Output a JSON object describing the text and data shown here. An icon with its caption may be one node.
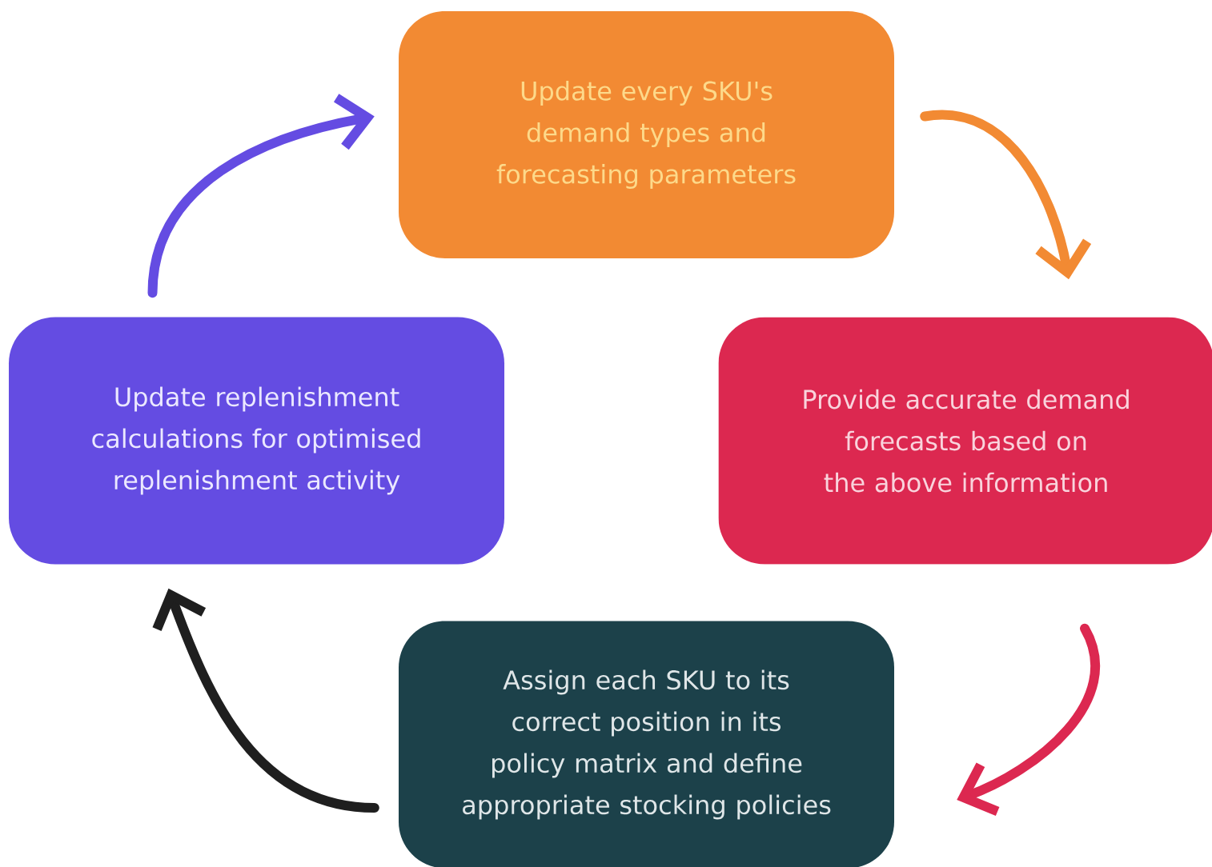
{
  "diagram": {
    "nodes": [
      {
        "text": [
          "Update every SKU's demand types and forecasting parameters"
        ]
      },
      {
        "text": [
          "Provide accurate demand forecasts based on the above information"
        ]
      },
      {
        "text": [
          "Assign each SKU to its correct position in its policy matrix and define appropriate stocking policies"
        ]
      },
      {
        "text": [
          "Update replenishment calculations for optimised replenishment activity"
        ]
      }
    ],
    "edges": [
      {
        "from": 0,
        "to": 1,
        "arrow": "to",
        "color": "#f28a33"
      },
      {
        "from": 1,
        "to": 2,
        "arrow": "to",
        "color": "#dc2850"
      },
      {
        "from": 2,
        "to": 3,
        "arrow": "to",
        "color": "#1f1f1f"
      },
      {
        "from": 3,
        "to": 0,
        "arrow": "to",
        "color": "#644ce2"
      }
    ]
  }
}
